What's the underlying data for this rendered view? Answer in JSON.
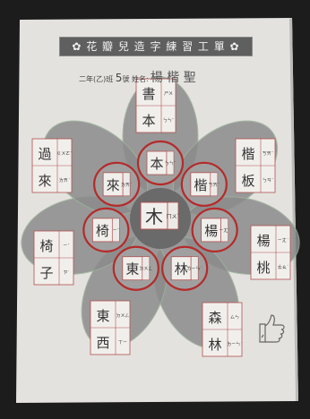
{
  "worksheet": {
    "title": "✿ 花 瓣 兒 造 字 練 習 工 單 ✿",
    "class_prefix": "二",
    "class_mid": "年",
    "class_num": "乙",
    "class_suffix": "班",
    "seat_number": "5",
    "seat_label": "號",
    "name_label": "姓名",
    "student_name": "楊 楷 聖"
  },
  "center": {
    "char": "木",
    "zhuyin": "ㄇㄨˋ"
  },
  "inner_ring": [
    {
      "char": "本",
      "zhuyin": "ㄅㄣˇ"
    },
    {
      "char": "楷",
      "zhuyin": "ㄎㄞˇ"
    },
    {
      "char": "楊",
      "zhuyin": "ㄧㄤˊ"
    },
    {
      "char": "林",
      "zhuyin": "ㄌㄧㄣˊ"
    },
    {
      "char": "東",
      "zhuyin": "ㄉㄨㄥ"
    },
    {
      "char": "椅",
      "zhuyin": "ㄧˇ"
    },
    {
      "char": "來",
      "zhuyin": "ㄌㄞˊ"
    }
  ],
  "outer_words": [
    {
      "chars": [
        "書",
        "本"
      ],
      "zhuyin": [
        "ㄕㄨ",
        "ㄅㄣˇ"
      ]
    },
    {
      "chars": [
        "楷",
        "板"
      ],
      "zhuyin": [
        "ㄎㄞˇ",
        "ㄅㄢˇ"
      ]
    },
    {
      "chars": [
        "楊",
        "桃"
      ],
      "zhuyin": [
        "ㄧㄤˊ",
        "ㄊㄠˊ"
      ]
    },
    {
      "chars": [
        "森",
        "林"
      ],
      "zhuyin": [
        "ㄙㄣ",
        "ㄌㄧㄣˊ"
      ]
    },
    {
      "chars": [
        "東",
        "西"
      ],
      "zhuyin": [
        "ㄉㄨㄥ",
        "ㄒㄧ"
      ]
    },
    {
      "chars": [
        "椅",
        "子"
      ],
      "zhuyin": [
        "ㄧˇ",
        "ㄗ˙"
      ]
    },
    {
      "chars": [
        "過",
        "來"
      ],
      "zhuyin": [
        "ㄍㄨㄛˋ",
        "ㄌㄞˊ"
      ]
    }
  ],
  "colors": {
    "paper": "#e4e2df",
    "petal": "#8c8c8c",
    "inner_circle_stroke": "#b52a2a",
    "grid_line": "#b05050",
    "center_circle": "#6a6a6a"
  },
  "icons": [
    "thumbs-up-icon"
  ]
}
